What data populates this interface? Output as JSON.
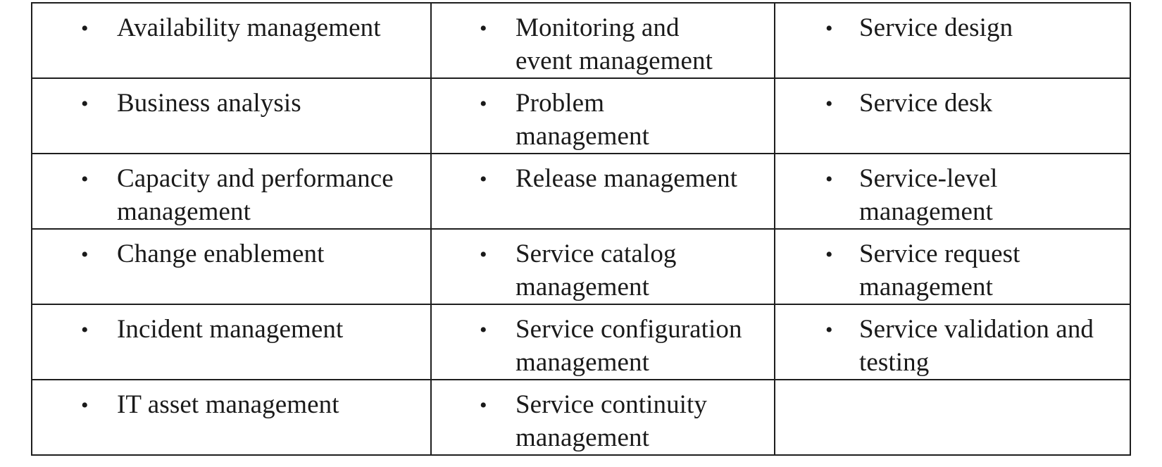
{
  "table": {
    "rows": [
      [
        "Availability management",
        "Monitoring and\nevent management",
        "Service design"
      ],
      [
        "Business analysis",
        "Problem\nmanagement",
        "Service desk"
      ],
      [
        "Capacity and performance\nmanagement",
        "Release management",
        "Service-level\nmanagement"
      ],
      [
        "Change enablement",
        "Service catalog\nmanagement",
        "Service request\nmanagement"
      ],
      [
        "Incident management",
        "Service configuration\nmanagement",
        "Service validation and\ntesting"
      ],
      [
        "IT asset management",
        "Service continuity\nmanagement",
        ""
      ]
    ],
    "bullet_glyph": "•"
  }
}
